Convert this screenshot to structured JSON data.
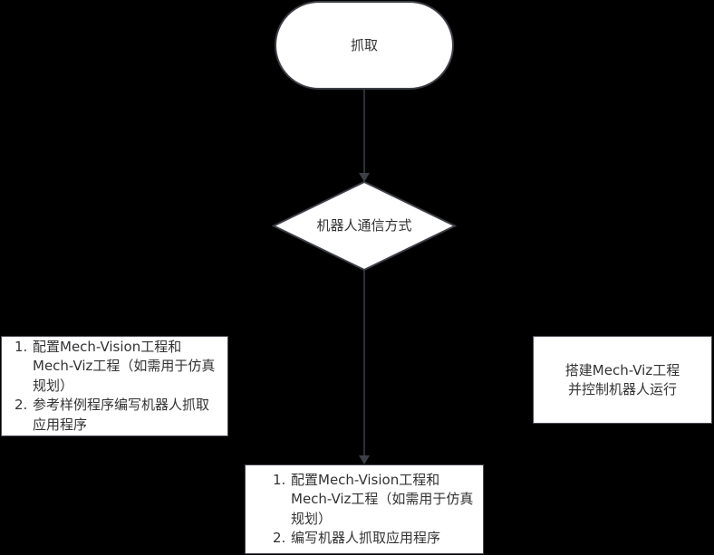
{
  "diagram": {
    "type": "flowchart",
    "background": "#000000",
    "stroke_color": "#3d3f46",
    "fill_color": "#ffffff",
    "text_color": "#333333",
    "nodes": {
      "start": {
        "shape": "terminal",
        "label": "抓取"
      },
      "decision": {
        "shape": "diamond",
        "label": "机器人通信方式"
      },
      "left": {
        "shape": "rectangle",
        "steps": [
          {
            "num": "1.",
            "text": "配置Mech-Vision工程和Mech-Viz工程（如需用于仿真规划）"
          },
          {
            "num": "2.",
            "text": "参考样例程序编写机器人抓取应用程序"
          }
        ]
      },
      "right": {
        "shape": "rectangle",
        "line1": "搭建Mech-Viz工程",
        "line2": "并控制机器人运行"
      },
      "bottom": {
        "shape": "rectangle",
        "steps": [
          {
            "num": "1.",
            "text": "配置Mech-Vision工程和Mech-Viz工程（如需用于仿真规划）"
          },
          {
            "num": "2.",
            "text": "编写机器人抓取应用程序"
          }
        ]
      }
    },
    "edges": [
      {
        "from": "start",
        "to": "decision",
        "arrow": true
      },
      {
        "from": "decision",
        "to": "bottom",
        "arrow": true
      }
    ]
  }
}
